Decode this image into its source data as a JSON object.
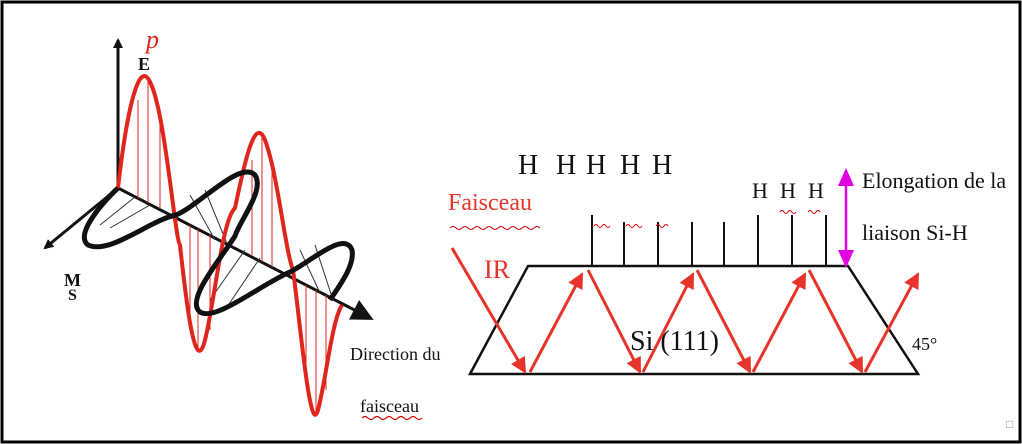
{
  "colors": {
    "wave_e": "#e0261c",
    "wave_m": "#111111",
    "beam": "#e8332a",
    "arrow_magenta": "#e000e0",
    "underline": "#cc0000",
    "frame": "#000000"
  },
  "left_panel": {
    "e_symbol_top": "p",
    "e_axis_label": "E",
    "m_axis_label": "M",
    "m_axis_sub": "S",
    "direction_line1": "Direction du",
    "direction_line2": "faisceau"
  },
  "right_panel": {
    "h_group_left": [
      "H",
      "H",
      "H",
      "H",
      "H"
    ],
    "h_group_right": [
      "H",
      "H",
      "H"
    ],
    "beam_label_1": "Faisceau",
    "beam_label_2": "IR",
    "crystal_label": "Si (111)",
    "angle_label": "45°",
    "elongation_line1": "Elongation de la",
    "elongation_line2": "liaison Si-H"
  },
  "corner_mark": "□"
}
